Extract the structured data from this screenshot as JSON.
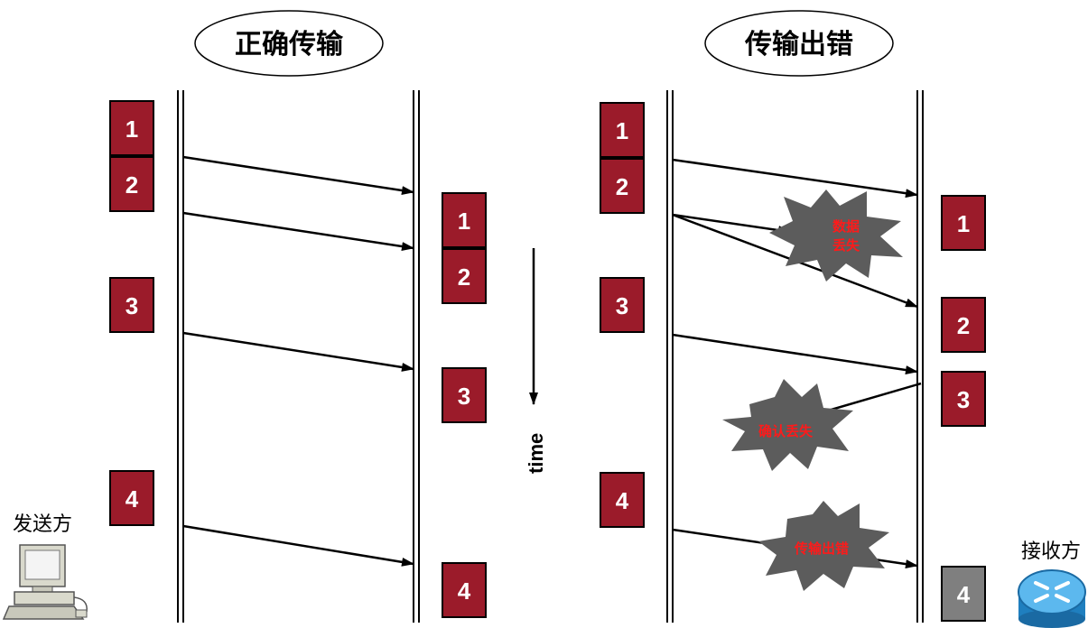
{
  "titles": {
    "left": "正确传输",
    "right": "传输出错"
  },
  "labels": {
    "sender": "发送方",
    "receiver": "接收方",
    "time": "time"
  },
  "bursts": {
    "data_lost": [
      "数据",
      "丢失"
    ],
    "ack_lost": "确认丢失",
    "transmit_error": "传输出错"
  },
  "packets": {
    "left_sender": [
      "1",
      "2",
      "3",
      "4"
    ],
    "left_receiver": [
      "1",
      "2",
      "3",
      "4"
    ],
    "right_sender": [
      "1",
      "2",
      "3",
      "4"
    ],
    "right_receiver": [
      "1",
      "2",
      "3",
      "4"
    ]
  },
  "colors": {
    "packet": "#9b1b2a",
    "packet_error": "#7f7f7f",
    "burst": "#5c5c5c",
    "burst_text": "#ff1a1a"
  },
  "icons": {
    "sender": "computer-icon",
    "receiver": "router-icon"
  }
}
